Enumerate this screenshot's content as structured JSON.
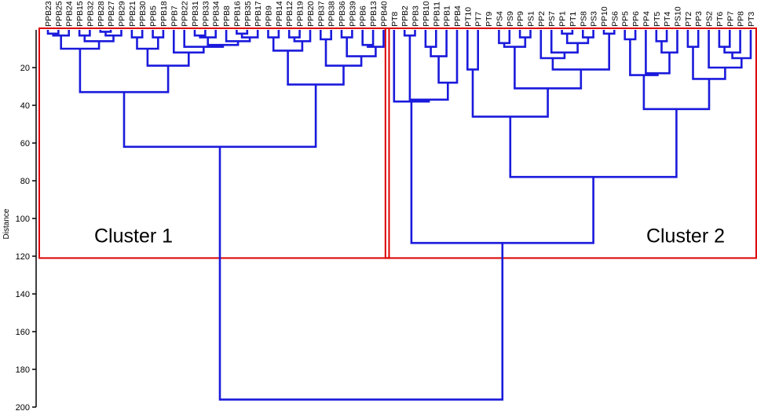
{
  "chart_data": {
    "type": "dendrogram",
    "ylabel": "Distance",
    "ylim": [
      0,
      200
    ],
    "y_ticks": [
      20,
      40,
      60,
      80,
      100,
      120,
      140,
      160,
      180,
      200
    ],
    "leaves": [
      "PPB23",
      "PPB25",
      "PPB24",
      "PPB15",
      "PPB32",
      "PPB28",
      "PPB27",
      "PPB29",
      "PPB21",
      "PPB30",
      "PPB5",
      "PPB18",
      "PPB7",
      "PPB22",
      "PPB31",
      "PPB33",
      "PPB34",
      "PPB8",
      "PPB16",
      "PPB35",
      "PPB17",
      "PPB9",
      "PPB14",
      "PPB12",
      "PPB19",
      "PPB20",
      "PPB37",
      "PPB38",
      "PPB36",
      "PPB39",
      "PPB6",
      "PPB13",
      "PPB40",
      "PT8",
      "PPB2",
      "PPB3",
      "PPB10",
      "PPB11",
      "PPB1",
      "PPB4",
      "PT10",
      "PT7",
      "PT9",
      "PS4",
      "PS9",
      "PP9",
      "PS1",
      "PP2",
      "PS7",
      "PP1",
      "PT1",
      "PS8",
      "PS3",
      "PP10",
      "PS6",
      "PP5",
      "PP6",
      "PP4",
      "PT5",
      "PT4",
      "PS10",
      "PT2",
      "PP3",
      "PS2",
      "PT6",
      "PP7",
      "PP8",
      "PT3"
    ],
    "merges": [
      {
        "a": "PPB23",
        "b": "PPB25",
        "h": 2
      },
      {
        "a": "PPB23",
        "b": "PPB24",
        "h": 3
      },
      {
        "a": "PPB15",
        "b": "PPB32",
        "h": 3
      },
      {
        "a": "PPB28",
        "b": "PPB27",
        "h": 1
      },
      {
        "a": "PPB28",
        "b": "PPB29",
        "h": 3
      },
      {
        "a": "PPB15",
        "b": "PPB28",
        "h": 6
      },
      {
        "a": "PPB23",
        "b": "PPB15",
        "h": 10
      },
      {
        "a": "PPB21",
        "b": "PPB30",
        "h": 4
      },
      {
        "a": "PPB5",
        "b": "PPB18",
        "h": 4
      },
      {
        "a": "PPB21",
        "b": "PPB5",
        "h": 10
      },
      {
        "a": "PPB31",
        "b": "PPB33",
        "h": 3
      },
      {
        "a": "PPB31",
        "b": "PPB34",
        "h": 4
      },
      {
        "a": "PPB16",
        "b": "PPB35",
        "h": 2
      },
      {
        "a": "PPB16",
        "b": "PPB17",
        "h": 4
      },
      {
        "a": "PPB8",
        "b": "PPB16",
        "h": 6
      },
      {
        "a": "PPB31",
        "b": "PPB8",
        "h": 8
      },
      {
        "a": "PPB22",
        "b": "PPB31",
        "h": 9
      },
      {
        "a": "PPB7",
        "b": "PPB22",
        "h": 12
      },
      {
        "a": "PPB21",
        "b": "PPB7",
        "h": 19
      },
      {
        "a": "PPB23",
        "b": "PPB21",
        "h": 33
      },
      {
        "a": "PPB9",
        "b": "PPB14",
        "h": 4
      },
      {
        "a": "PPB12",
        "b": "PPB19",
        "h": 4
      },
      {
        "a": "PPB12",
        "b": "PPB20",
        "h": 6
      },
      {
        "a": "PPB9",
        "b": "PPB12",
        "h": 11
      },
      {
        "a": "PPB37",
        "b": "PPB38",
        "h": 5
      },
      {
        "a": "PPB36",
        "b": "PPB39",
        "h": 4
      },
      {
        "a": "PPB6",
        "b": "PPB13",
        "h": 8
      },
      {
        "a": "PPB6",
        "b": "PPB40",
        "h": 9
      },
      {
        "a": "PPB36",
        "b": "PPB6",
        "h": 14
      },
      {
        "a": "PPB37",
        "b": "PPB36",
        "h": 19
      },
      {
        "a": "PPB9",
        "b": "PPB37",
        "h": 29
      },
      {
        "a": "PPB23",
        "b": "PPB9",
        "h": 62
      },
      {
        "a": "PPB2",
        "b": "PPB3",
        "h": 3
      },
      {
        "a": "PPB10",
        "b": "PPB11",
        "h": 9
      },
      {
        "a": "PPB10",
        "b": "PPB1",
        "h": 14
      },
      {
        "a": "PPB10",
        "b": "PPB4",
        "h": 28
      },
      {
        "a": "PPB2",
        "b": "PPB10",
        "h": 37
      },
      {
        "a": "PT8",
        "b": "PPB2",
        "h": 38
      },
      {
        "a": "PT10",
        "b": "PT7",
        "h": 21
      },
      {
        "a": "PS4",
        "b": "PS9",
        "h": 7
      },
      {
        "a": "PP9",
        "b": "PS1",
        "h": 4
      },
      {
        "a": "PS4",
        "b": "PP9",
        "h": 9
      },
      {
        "a": "PP1",
        "b": "PT1",
        "h": 2
      },
      {
        "a": "PS8",
        "b": "PS3",
        "h": 4
      },
      {
        "a": "PP1",
        "b": "PS8",
        "h": 7
      },
      {
        "a": "PS7",
        "b": "PP1",
        "h": 12
      },
      {
        "a": "PP2",
        "b": "PS7",
        "h": 15
      },
      {
        "a": "PP10",
        "b": "PS6",
        "h": 2
      },
      {
        "a": "PP2",
        "b": "PP10",
        "h": 21
      },
      {
        "a": "PS4",
        "b": "PP2",
        "h": 31
      },
      {
        "a": "PT10",
        "b": "PS4",
        "h": 46
      },
      {
        "a": "PP5",
        "b": "PP6",
        "h": 5
      },
      {
        "a": "PT5",
        "b": "PT4",
        "h": 6
      },
      {
        "a": "PT5",
        "b": "PS10",
        "h": 12
      },
      {
        "a": "PP4",
        "b": "PT5",
        "h": 23
      },
      {
        "a": "PP5",
        "b": "PP4",
        "h": 24
      },
      {
        "a": "PT2",
        "b": "PP3",
        "h": 9
      },
      {
        "a": "PT6",
        "b": "PP7",
        "h": 9
      },
      {
        "a": "PT6",
        "b": "PP8",
        "h": 12
      },
      {
        "a": "PT6",
        "b": "PT3",
        "h": 15
      },
      {
        "a": "PS2",
        "b": "PT6",
        "h": 20
      },
      {
        "a": "PT2",
        "b": "PS2",
        "h": 26
      },
      {
        "a": "PP5",
        "b": "PT2",
        "h": 42
      },
      {
        "a": "PT10",
        "b": "PP5",
        "h": 78
      },
      {
        "a": "PT8",
        "b": "PT10",
        "h": 113
      },
      {
        "a": "PPB23",
        "b": "PT8",
        "h": 196
      }
    ],
    "clusters": [
      {
        "label": "Cluster 1",
        "first_leaf": "PPB23",
        "last_leaf": "PPB40",
        "box_color": "#dd0000"
      },
      {
        "label": "Cluster 2",
        "first_leaf": "PT8",
        "last_leaf": "PT3",
        "box_color": "#dd0000"
      }
    ],
    "line_color": "#1a1adc",
    "axis_color": "#000000"
  }
}
